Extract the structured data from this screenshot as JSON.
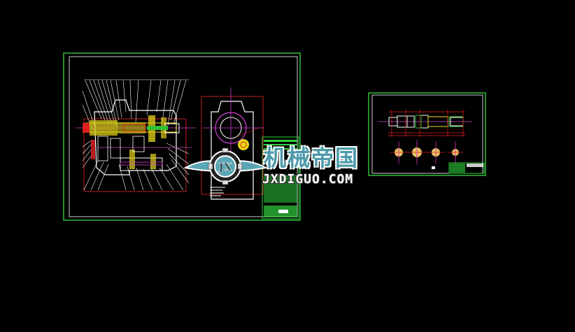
{
  "viewer": {
    "background": "#000000"
  },
  "sheets": [
    {
      "name": "assembly-drawing",
      "frame_color": "#2fbf3a",
      "description": "gearbox assembly section view with side view and title block"
    },
    {
      "name": "shaft-part-drawing",
      "frame_color": "#2fbf3a",
      "description": "shaft detail drawing with four section views and title block"
    }
  ],
  "watermark": {
    "title": "机械帝国",
    "url": "JXDIGUO.COM",
    "logo_text": "JX",
    "color": "#4d9aaa"
  },
  "colors": {
    "frame": "#2fbf3a",
    "outline": "#ffffff",
    "centerline": "#d040d0",
    "hatch": "#f0e020",
    "dimension": "#e02020",
    "titleblock": "#30d040"
  }
}
